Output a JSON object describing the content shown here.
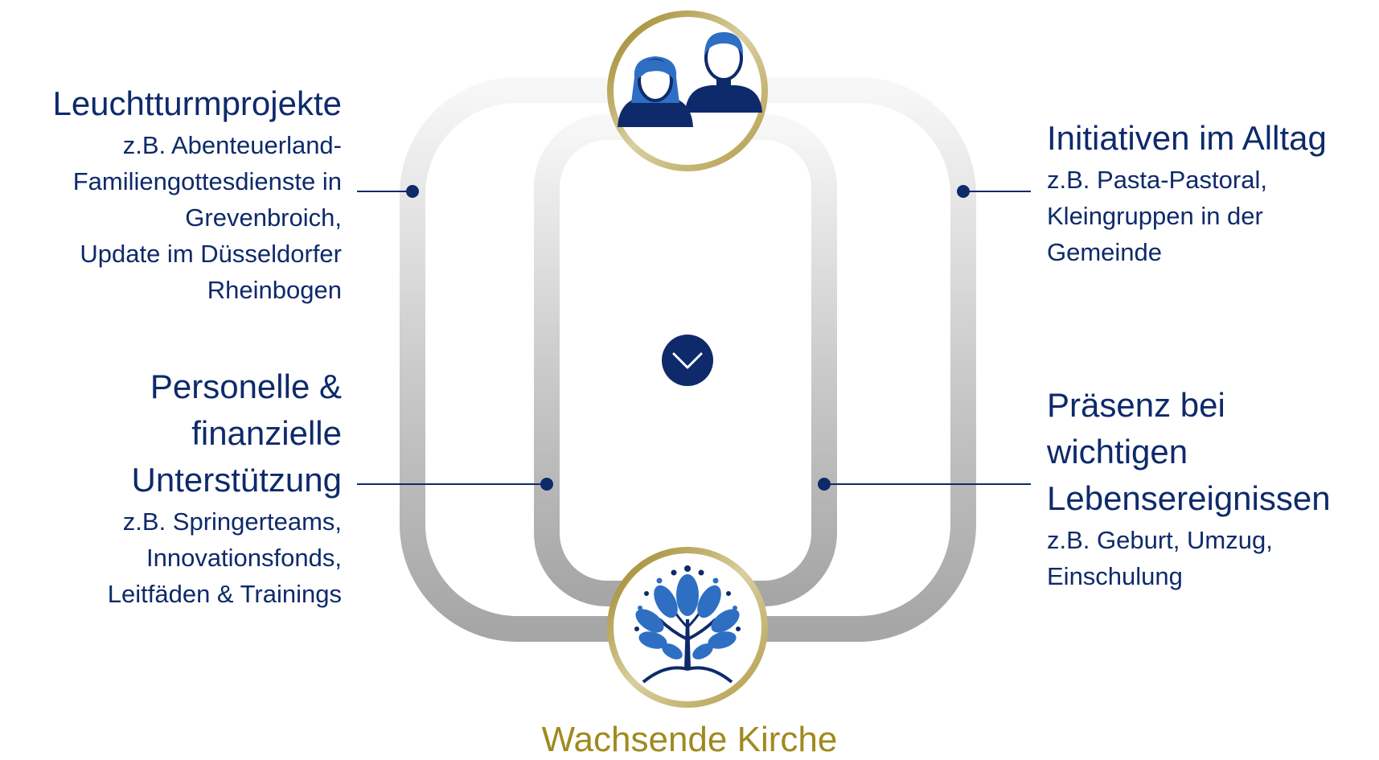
{
  "labels": {
    "leuchtturm": {
      "title": "Leuchtturmprojekte",
      "lines": [
        "z.B. Abenteuerland-",
        "Familiengottesdienste in",
        "Grevenbroich,",
        "Update im Düsseldorfer",
        "Rheinbogen"
      ]
    },
    "personelle": {
      "title_lines": [
        "Personelle &",
        "finanzielle",
        "Unterstützung"
      ],
      "lines": [
        "z.B. Springerteams,",
        "Innovationsfonds,",
        "Leitfäden & Trainings"
      ]
    },
    "initiativen": {
      "title": "Initiativen im Alltag",
      "lines": [
        "z.B. Pasta-Pastoral,",
        "Kleingruppen in der",
        "Gemeinde"
      ]
    },
    "praesenz": {
      "title_lines": [
        "Präsenz bei",
        "wichtigen",
        "Lebensereignissen"
      ],
      "lines": [
        "z.B. Geburt, Umzug,",
        "Einschulung"
      ]
    }
  },
  "caption": "Wachsende Kirche",
  "icons": {
    "top": "people-icon",
    "bottom": "tree-icon",
    "center": "chevron-down-icon"
  },
  "colors": {
    "navy": "#0e2a6b",
    "gold": "#a08a1f",
    "icon_blue": "#2e6fc4"
  }
}
